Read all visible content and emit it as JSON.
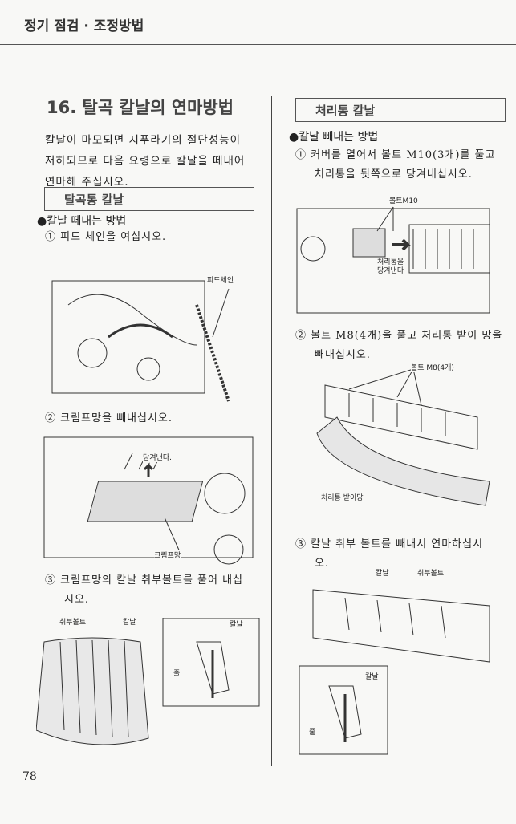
{
  "header": {
    "title": "정기 점검 · 조정방법"
  },
  "section": {
    "title": "16. 탈곡 칼날의 연마방법",
    "intro": [
      "칼날이 마모되면 지푸라기의 절단성능이",
      "저하되므로 다음 요령으로 칼날을 떼내어",
      "연마해 주십시오."
    ]
  },
  "left": {
    "box": "탈곡통 칼날",
    "bullet": "●칼날 떼내는 방법",
    "step1": "① 피드 체인을 여십시오.",
    "fig1_labels": {
      "feed_chain": "피드체인"
    },
    "step2": "② 크림프망을 빼내십시오.",
    "fig2_labels": {
      "pull": "당겨낸다.",
      "crimp": "크림프망"
    },
    "step3": [
      "③ 크림프망의 칼날 취부볼트를 풀어 내십",
      "시오."
    ],
    "fig3_labels": {
      "bolt": "취부볼트",
      "blade": "칼날",
      "blade2": "칼날",
      "file": "줄"
    }
  },
  "right": {
    "box": "처리통 칼날",
    "bullet": "●칼날 빼내는 방법",
    "step1": [
      "① 커버를 열어서 볼트 M10(3개)를 풀고",
      "처리통을 뒷쪽으로 당겨내십시오."
    ],
    "fig1_labels": {
      "bolt": "볼트M10",
      "pull": [
        "처리통을",
        "당겨낸다"
      ]
    },
    "step2": [
      "② 볼트 M8(4개)을 풀고 처리통 받이 망을",
      "빼내십시오."
    ],
    "fig2_labels": {
      "bolt": "볼트 M8(4개)",
      "net": "처리통 받이망"
    },
    "step3": [
      "③ 칼날 취부 볼트를 빼내서 연마하십시",
      "오."
    ],
    "fig3_labels": {
      "blade": "칼날",
      "bolt": "취부볼트",
      "blade2": "칼날",
      "file": "줄"
    }
  },
  "footer": {
    "page": "78"
  }
}
